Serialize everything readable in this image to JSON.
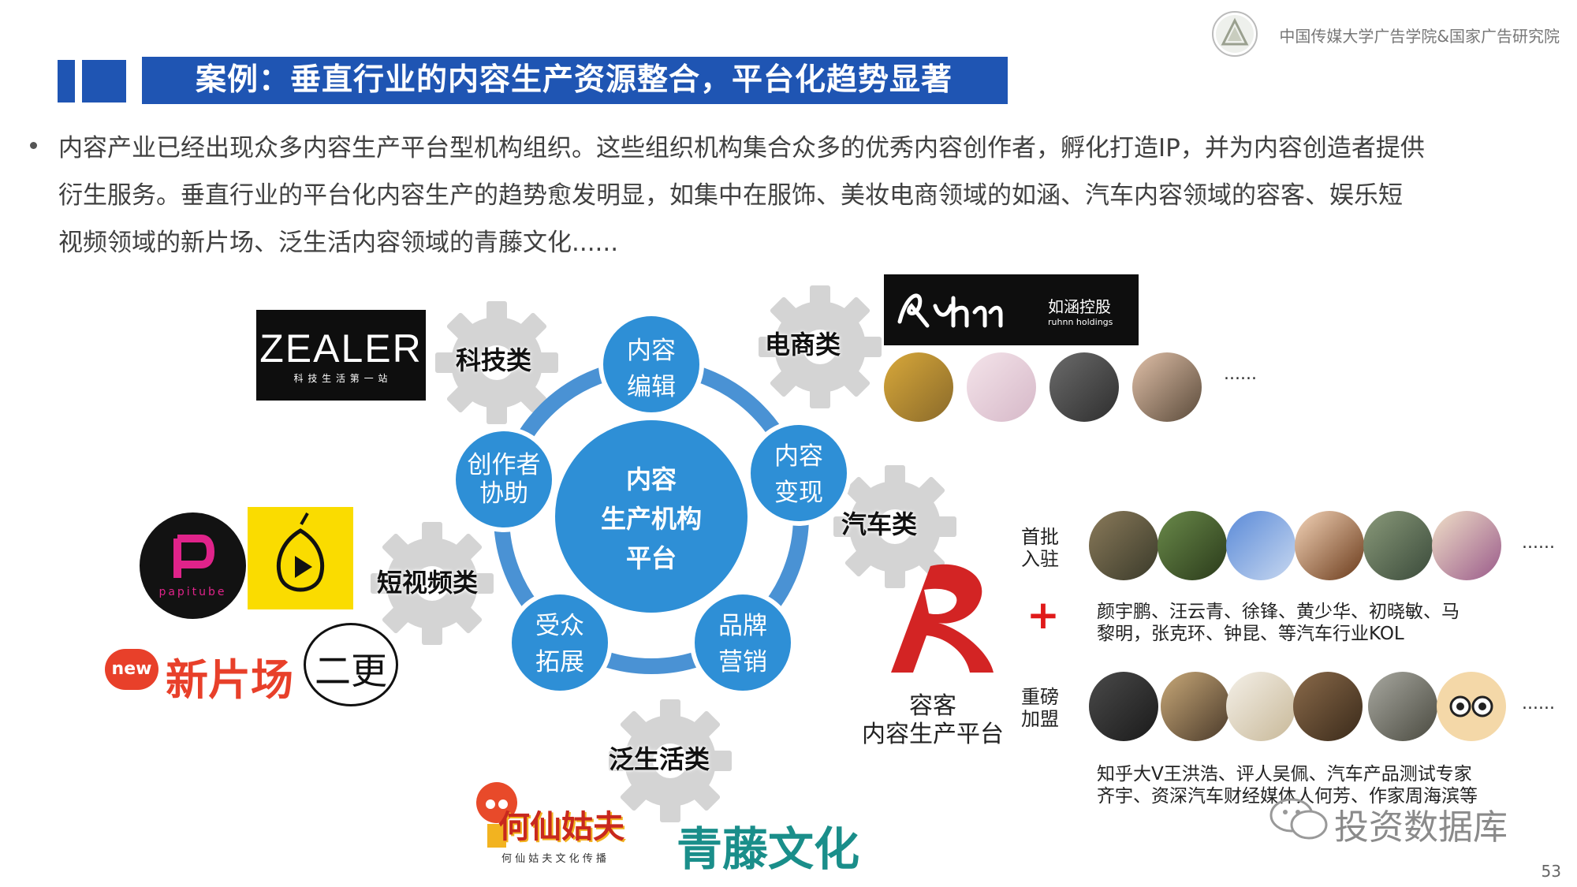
{
  "header": {
    "org": "中国传媒大学广告学院&国家广告研究院"
  },
  "title": "案例：垂直行业的内容生产资源整合，平台化趋势显著",
  "paragraph": {
    "line1": "内容产业已经出现众多内容生产平台型机构组织。这些组织机构集合众多的优秀内容创作者，孵化打造IP，并为内容创造者提供",
    "line2": "衍生服务。垂直行业的平台化内容生产的趋势愈发明显，如集中在服饰、美妆电商领域的如涵、汽车内容领域的容客、娱乐短",
    "line3": "视频领域的新片场、泛生活内容领域的青藤文化......"
  },
  "diagram": {
    "center": {
      "line1": "内容",
      "line2": "生产机构",
      "line3": "平台"
    },
    "nodes": [
      {
        "line1": "内容",
        "line2": "编辑"
      },
      {
        "line1": "内容",
        "line2": "变现"
      },
      {
        "line1": "品牌",
        "line2": "营销"
      },
      {
        "line1": "受众",
        "line2": "拓展"
      },
      {
        "line1": "创作者",
        "line2": "协助"
      }
    ],
    "categories": {
      "tech": "科技类",
      "ecommerce": "电商类",
      "auto": "汽车类",
      "shortvideo": "短视频类",
      "lifestyle": "泛生活类"
    }
  },
  "logos": {
    "zealer_main": "ZEALER",
    "zealer_sub": "科 技 生 活 第 一 站",
    "ruhnn_sub": "ruhnn holdings",
    "ruhnn_cn": "如涵控股",
    "papitube": "papitube",
    "xinpianchang_badge": "new",
    "xinpianchang_name": "新片场",
    "erguan": "二更",
    "hexiangu": "何仙姑夫",
    "hexiangu_sub": "何 仙 姑 夫 文 化 传 播",
    "qingteng": "青藤文化"
  },
  "rongke": {
    "line1": "容客",
    "line2": "内容生产平台"
  },
  "kol": {
    "first_label_1": "首批",
    "first_label_2": "入驻",
    "plus": "+",
    "first_names_1": "颜宇鹏、汪云青、徐锋、黄少华、初晓敏、马",
    "first_names_2": "黎明，张克环、钟昆、等汽车行业KOL",
    "heavy_label_1": "重磅",
    "heavy_label_2": "加盟",
    "heavy_names_1": "知乎大V王洪浩、评人吴佩、汽车产品测试专家",
    "heavy_names_2": "齐宇、资深汽车财经媒体人何芳、作家周海滨等",
    "ellipsis": "......"
  },
  "watermark": "投资数据库",
  "page_number": "53",
  "colors": {
    "title_blue": "#1f55b3",
    "node_blue": "#2e8fd6",
    "ring_blue": "#3a8fd5",
    "gear_gray": "#d4d4d4",
    "red": "#d82a2a"
  }
}
